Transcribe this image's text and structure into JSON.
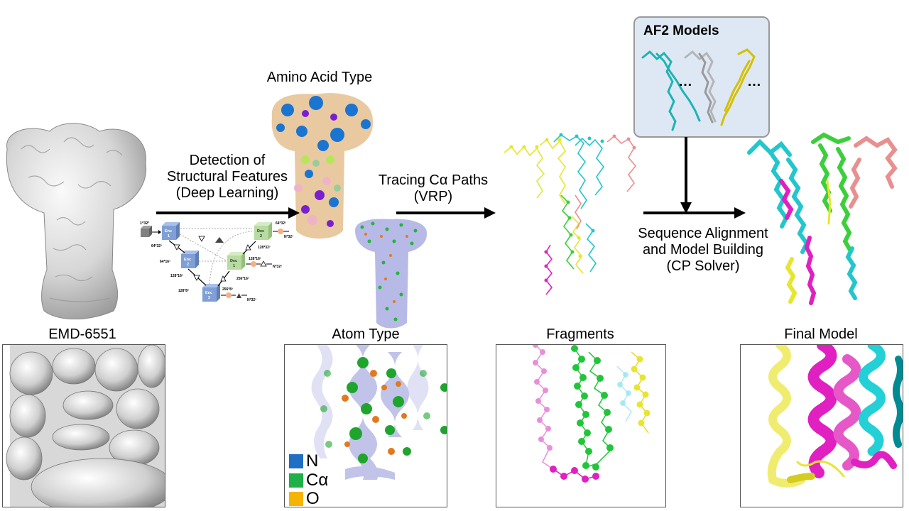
{
  "figure": {
    "titles": {
      "amino_acid_type": "Amino Acid Type",
      "af2_models": "AF2 Models",
      "emd": "EMD-6551",
      "atom_type": "Atom Type",
      "fragments": "Fragments",
      "final_model": "Final Model"
    },
    "steps": {
      "detection": [
        "Detection of",
        "Structural Features",
        "(Deep Learning)"
      ],
      "tracing": [
        "Tracing Cα Paths",
        "(VRP)"
      ],
      "alignment": [
        "Sequence Alignment",
        "and Model Building",
        "(CP Solver)"
      ]
    },
    "af2_ellipsis": "…",
    "legend": [
      {
        "label": "N",
        "color": "#1f6fc5"
      },
      {
        "label": "Cα",
        "color": "#1fb04a"
      },
      {
        "label": "O",
        "color": "#f5b400"
      }
    ],
    "network": {
      "input": "1*32³",
      "enc1": [
        "Enc",
        "1"
      ],
      "enc2": [
        "Enc",
        "2"
      ],
      "enc3": [
        "Enc",
        "3"
      ],
      "dec1": [
        "Dec",
        "1"
      ],
      "dec2": [
        "Dec",
        "2"
      ],
      "dims": {
        "enc1_out": "64*32³",
        "enc1_down": "64*16³",
        "enc2_out": "128*16³",
        "enc2_down": "128*8³",
        "enc3_out": "256*8³",
        "enc3_up": "256*16³",
        "dec1_out": "128*16³",
        "dec1_up": "128*32³",
        "dec2_out": "64*32³",
        "out1": "N*32³",
        "out2": "N*32³",
        "out3": "N*32³"
      }
    },
    "colors": {
      "enc_blue": "#7f9fd6",
      "dec_green": "#b7dba0",
      "node_orange": "#f4b183",
      "af2_bg": "#dde8f4",
      "chain_yellow": "#e6e62e",
      "chain_cyan": "#22c6cc",
      "chain_green": "#3ccf3c",
      "chain_magenta": "#e020c0",
      "chain_salmon": "#e89090"
    }
  }
}
